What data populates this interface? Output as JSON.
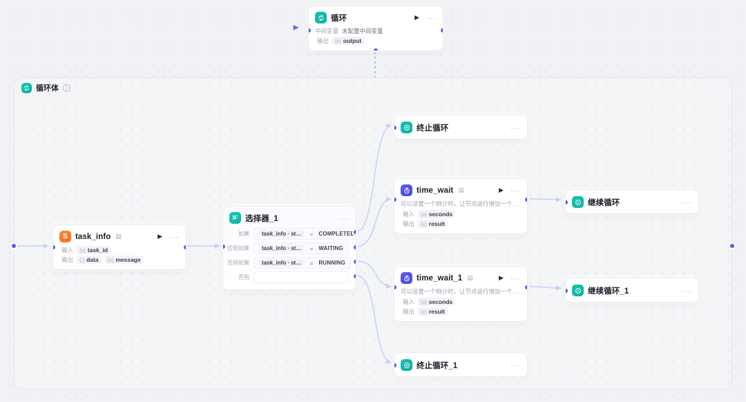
{
  "canvas": {
    "background_color": "#f1f2f5",
    "grid_dot_color": "#d9dbe2",
    "edge_color": "#6366f1"
  },
  "loop_node": {
    "title": "循环",
    "icon": "loop-icon",
    "icon_color": "#13b7a4",
    "run_icon": "play-icon",
    "more_icon": "more-icon",
    "rows": [
      {
        "label": "中间变量",
        "value": "未配置中间变量"
      }
    ],
    "output": {
      "label": "输出",
      "chip_type": "{x}",
      "chip_name": "output"
    }
  },
  "loop_body": {
    "title": "循环体",
    "icon": "loop-icon",
    "info_icon": "info-icon"
  },
  "nodes": {
    "task_info": {
      "title": "task_info",
      "badge_icon": "memo-icon",
      "icon": "script-icon",
      "icon_letter": "S",
      "icon_color": "#f4701d",
      "input": {
        "label": "输入",
        "chip_type": "{x}",
        "chip_name": "task_id"
      },
      "output": {
        "label": "输出",
        "items": [
          {
            "chip_type": "{ }",
            "chip_name": "data"
          },
          {
            "chip_type": "{x}",
            "chip_name": "message"
          }
        ]
      }
    },
    "selector": {
      "title": "选择器_1",
      "icon": "if-icon",
      "icon_text": "IF",
      "icon_color": "#13b7a4",
      "more_icon": "more-icon",
      "rows": [
        {
          "label": "如果",
          "variable": "task_info · st…",
          "operator": "=",
          "value": "COMPLETED"
        },
        {
          "label": "否则如果",
          "variable": "task_info · st…",
          "operator": "=",
          "value": "WAITING"
        },
        {
          "label": "否则如果",
          "variable": "task_info · st…",
          "operator": "=",
          "value": "RUNNING"
        },
        {
          "label": "否则",
          "variable": "",
          "operator": "",
          "value": ""
        }
      ]
    },
    "break_loop": {
      "title": "终止循环",
      "icon": "break-loop-icon",
      "icon_color": "#13b7a4",
      "more_icon": "more-icon"
    },
    "break_loop_1": {
      "title": "终止循环_1",
      "icon": "break-loop-icon",
      "icon_color": "#13b7a4",
      "more_icon": "more-icon"
    },
    "time_wait": {
      "title": "time_wait",
      "badge_icon": "memo-icon",
      "icon": "timer-icon",
      "icon_color": "#4b47e8",
      "run_icon": "play-icon",
      "more_icon": "more-icon",
      "description": "可以设置一个倒计时，让节点运行增加一个等待，可搭配异步…",
      "input": {
        "label": "输入",
        "chip_type": "{x}",
        "chip_name": "seconds"
      },
      "output": {
        "label": "输出",
        "chip_type": "{x}",
        "chip_name": "result"
      }
    },
    "time_wait_1": {
      "title": "time_wait_1",
      "badge_icon": "memo-icon",
      "icon": "timer-icon",
      "icon_color": "#4b47e8",
      "run_icon": "play-icon",
      "more_icon": "more-icon",
      "description": "可以设置一个倒计时，让节点运行增加一个等待，可搭配异步…",
      "input": {
        "label": "输入",
        "chip_type": "{x}",
        "chip_name": "seconds"
      },
      "output": {
        "label": "输出",
        "chip_type": "{x}",
        "chip_name": "result"
      }
    },
    "continue_loop": {
      "title": "继续循环",
      "icon": "continue-loop-icon",
      "icon_color": "#13b7a4",
      "more_icon": "more-icon"
    },
    "continue_loop_1": {
      "title": "继续循环_1",
      "icon": "continue-loop-icon",
      "icon_color": "#13b7a4",
      "more_icon": "more-icon"
    }
  }
}
